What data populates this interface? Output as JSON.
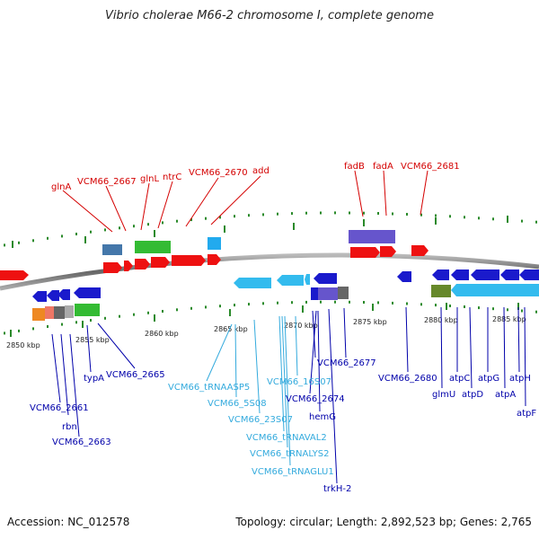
{
  "title": "Vibrio cholerae M66-2 chromosome I, complete genome",
  "accession": "Accession: NC_012578",
  "summary": "Topology: circular; Length: 2,892,523 bp; Genes: 2,765",
  "colors": {
    "red": "#ee1111",
    "blue": "#1a1acc",
    "cyan": "#33bbee",
    "axis": "#888888",
    "tick": "#2a8a2a",
    "label_red": "#d40000",
    "label_blue": "#0000aa",
    "label_cyan": "#33aadd"
  },
  "scale_labels": [
    "2850 kbp",
    "2855 kbp",
    "2860 kbp",
    "2865 kbp",
    "2870 kbp",
    "2875 kbp",
    "2880 kbp",
    "2885 kbp"
  ],
  "top_labels": [
    "glnA",
    "VCM66_2667",
    "glnL",
    "ntrC",
    "VCM66_2670",
    "add",
    "fadB",
    "fadA",
    "VCM66_2681"
  ],
  "bottom_labels": [
    "VCM66_2661",
    "rbn",
    "VCM66_2663",
    "typA",
    "VCM66_2665",
    "VCM66_tRNAASP5",
    "VCM66_5S08",
    "VCM66_23S07",
    "VCM66_tRNAVAL2",
    "VCM66_tRNALYS2",
    "VCM66_tRNAGLU1",
    "VCM66_16S07",
    "VCM66_2674",
    "hemG",
    "trkH-2",
    "VCM66_2677",
    "VCM66_2680",
    "glmU",
    "atpC",
    "atpD",
    "atpG",
    "atpA",
    "atpH",
    "atpF"
  ]
}
